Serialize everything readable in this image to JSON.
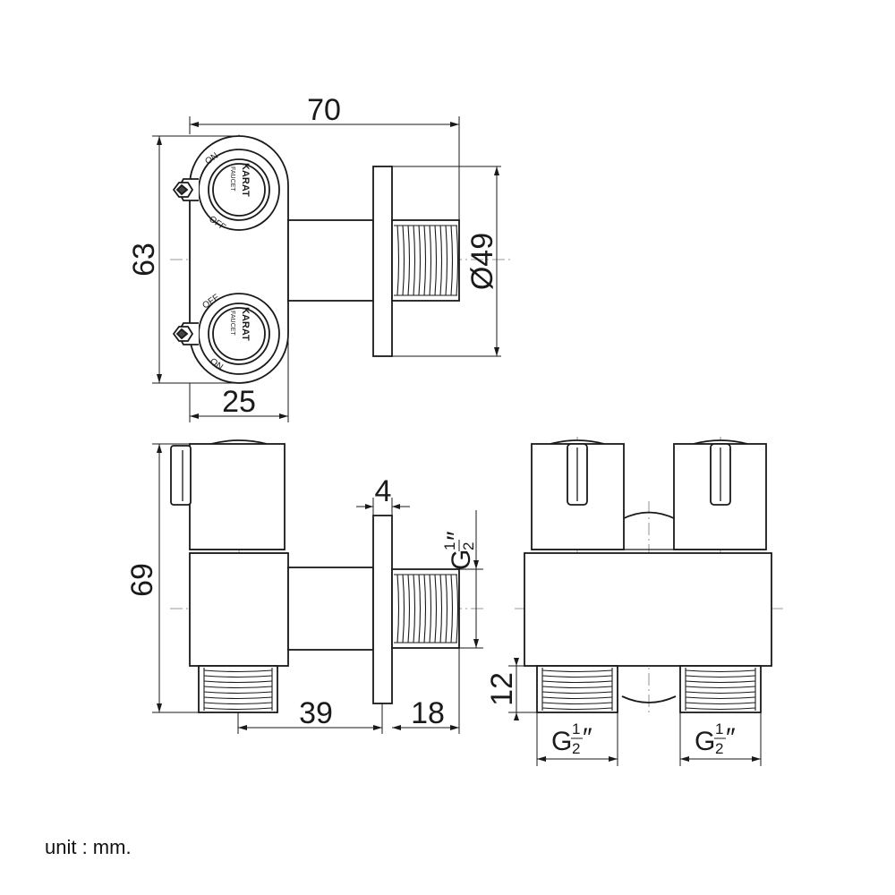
{
  "dimensions": {
    "width_total": "70",
    "height_top": "63",
    "diameter": "Ø49",
    "handle_width": "25",
    "height_side": "69",
    "flange_thickness": "4",
    "body_depth": "39",
    "thread_length": "18",
    "thread_height": "12"
  },
  "thread_spec": {
    "letter": "G",
    "numerator": "1",
    "denominator": "2",
    "mark": "″"
  },
  "handle_labels": {
    "on": "ON",
    "off": "OFF"
  },
  "logo": {
    "brand": "KARAT",
    "sub": "FAUCET"
  },
  "footer": {
    "unit": "unit : mm."
  }
}
